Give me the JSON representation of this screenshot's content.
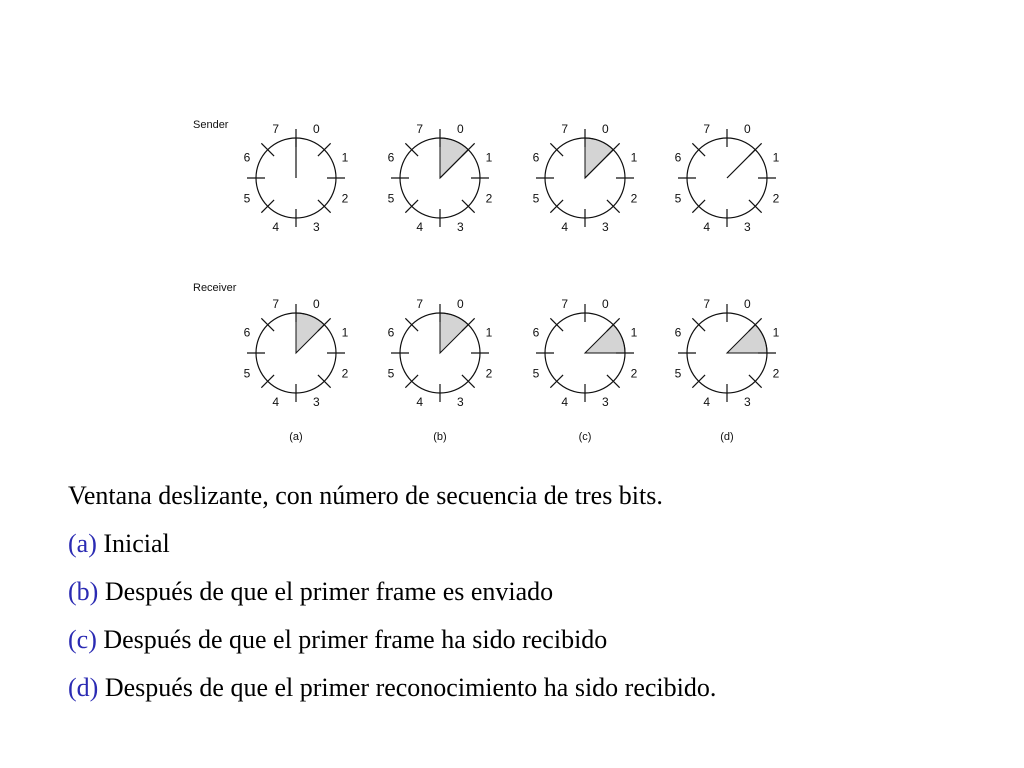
{
  "diagram": {
    "rows": [
      {
        "label": "Sender",
        "wheels": [
          {
            "id": "a",
            "window": [],
            "arrow_at": 0
          },
          {
            "id": "b",
            "window": [
              0
            ],
            "arrow_at": 1
          },
          {
            "id": "c",
            "window": [
              0
            ],
            "arrow_at": 1
          },
          {
            "id": "d",
            "window": [],
            "arrow_at": 1
          }
        ]
      },
      {
        "label": "Receiver",
        "wheels": [
          {
            "id": "a",
            "window": [
              0
            ],
            "arrow_at": null
          },
          {
            "id": "b",
            "window": [
              0
            ],
            "arrow_at": null
          },
          {
            "id": "c",
            "window": [
              1
            ],
            "arrow_at": null
          },
          {
            "id": "d",
            "window": [
              1
            ],
            "arrow_at": null
          }
        ]
      }
    ],
    "sequence_numbers": [
      "0",
      "1",
      "2",
      "3",
      "4",
      "5",
      "6",
      "7"
    ],
    "panel_captions": [
      "(a)",
      "(b)",
      "(c)",
      "(d)"
    ]
  },
  "caption": {
    "title": "Ventana deslizante, con número de secuencia de tres bits.",
    "items": [
      {
        "key": "(a)",
        "text": "Inicial"
      },
      {
        "key": "(b)",
        "text": "Después de que el primer frame es enviado"
      },
      {
        "key": "(c)",
        "text": "Después de que el primer frame ha sido recibido"
      },
      {
        "key": "(d)",
        "text": "Después de que el primer reconocimiento ha sido recibido."
      }
    ]
  },
  "colors": {
    "accent": "#2b2bb3",
    "window_fill": "#d4d4d4",
    "line": "#111111",
    "text": "#000000"
  }
}
